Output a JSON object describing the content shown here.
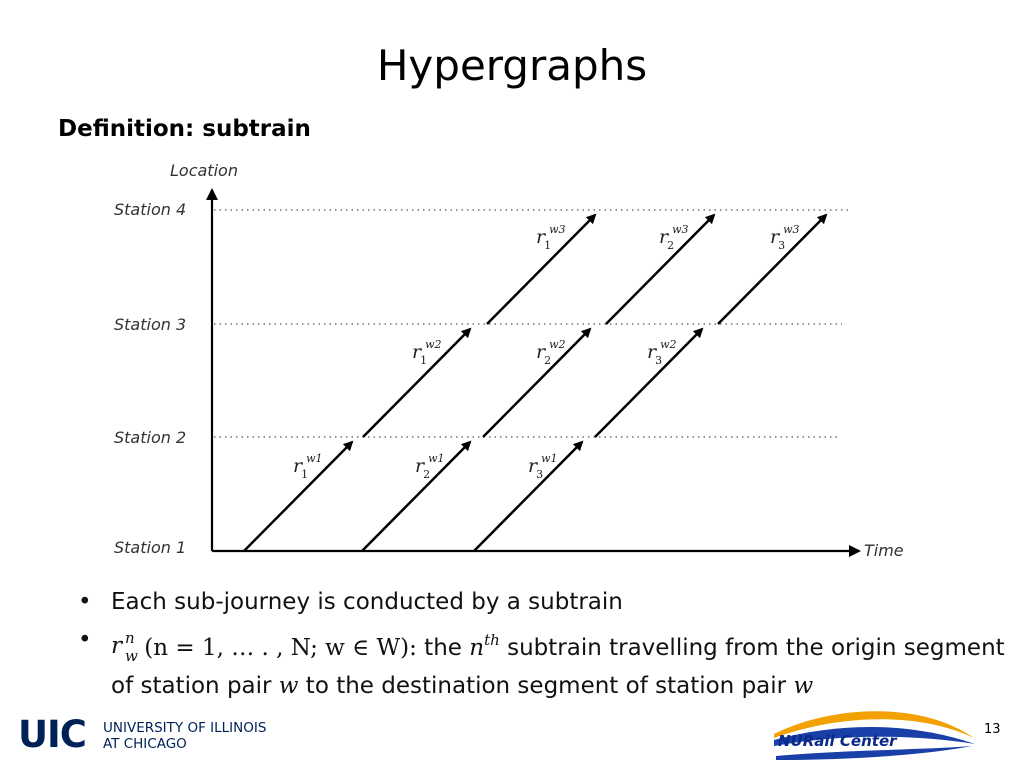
{
  "slide": {
    "title": "Hypergraphs",
    "definition": "Definition: subtrain",
    "page_number": "13"
  },
  "diagram": {
    "y_axis_label": "Location",
    "x_axis_label": "Time",
    "stations": [
      "Station 1",
      "Station 2",
      "Station 3",
      "Station 4"
    ],
    "subtrains": [
      {
        "base": "r",
        "index": "1",
        "pair": "w1"
      },
      {
        "base": "r",
        "index": "2",
        "pair": "w1"
      },
      {
        "base": "r",
        "index": "3",
        "pair": "w1"
      },
      {
        "base": "r",
        "index": "1",
        "pair": "w2"
      },
      {
        "base": "r",
        "index": "2",
        "pair": "w2"
      },
      {
        "base": "r",
        "index": "3",
        "pair": "w2"
      },
      {
        "base": "r",
        "index": "1",
        "pair": "w3"
      },
      {
        "base": "r",
        "index": "2",
        "pair": "w3"
      },
      {
        "base": "r",
        "index": "3",
        "pair": "w3"
      }
    ]
  },
  "bullets": {
    "bullet_char": "•",
    "item1": "Each sub-journey is conducted by a subtrain",
    "item2": {
      "sym_base": "r",
      "sym_sup": "n",
      "sym_sub": "w",
      "math_mid": " (n = 1, … . , N; w ∈ W):",
      "the": "  the ",
      "nth_base": "n",
      "nth_sup": "th",
      "text1": " subtrain travelling from the origin segment of station pair ",
      "w1": "w",
      "text2": " to the destination segment of station pair ",
      "w2": "w"
    }
  },
  "logos": {
    "uic_mark": "UIC",
    "uic_line1": "UNIVERSITY OF ILLINOIS",
    "uic_line2": "AT CHICAGO",
    "nurail": "NURail Center"
  }
}
